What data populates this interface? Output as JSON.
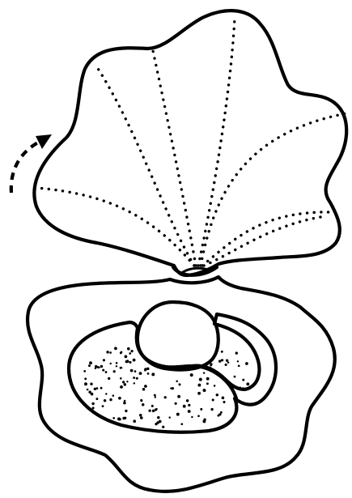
{
  "figure": {
    "subject": "open-clam-shell",
    "colors": {
      "ink": "#000000",
      "background": "#ffffff"
    },
    "upper_valve": {
      "rib_count": 7,
      "rib_style": "dotted"
    },
    "lower_valve": {
      "contains": [
        "mantle",
        "pearl"
      ],
      "speckle_style": "stippled"
    },
    "arrow": {
      "style": "dashed",
      "meaning": "shell-opening-direction"
    }
  }
}
